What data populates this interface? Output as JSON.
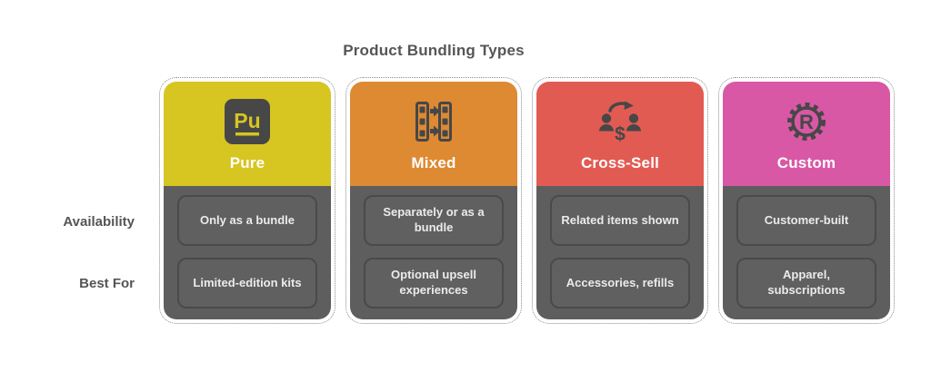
{
  "title": "Product Bundling Types",
  "row_labels": {
    "availability": "Availability",
    "best_for": "Best For"
  },
  "colors": {
    "pure": "#d7c521",
    "mixed": "#dd8a33",
    "cross_sell": "#e25b53",
    "custom": "#d958a6",
    "panel": "#5e5e5e",
    "pill_border": "#4a4a4a",
    "icon_dark": "#474747",
    "title_text": "#565659",
    "card_title_text": "#ffffff"
  },
  "cards": [
    {
      "title": "Pure",
      "icon": "pure-pu-badge-icon",
      "icon_text": "Pu",
      "availability": "Only as a bundle",
      "best_for": "Limited-edition kits"
    },
    {
      "title": "Mixed",
      "icon": "mixed-strips-arrows-icon",
      "availability": "Separately or as a bundle",
      "best_for": "Optional upsell experiences"
    },
    {
      "title": "Cross-Sell",
      "icon": "cross-sell-people-dollar-icon",
      "icon_text": "$",
      "availability": "Related items shown",
      "best_for": "Accessories, refills"
    },
    {
      "title": "Custom",
      "icon": "custom-gear-r-icon",
      "icon_text": "R",
      "availability": "Customer-built",
      "best_for": "Apparel, subscriptions"
    }
  ]
}
